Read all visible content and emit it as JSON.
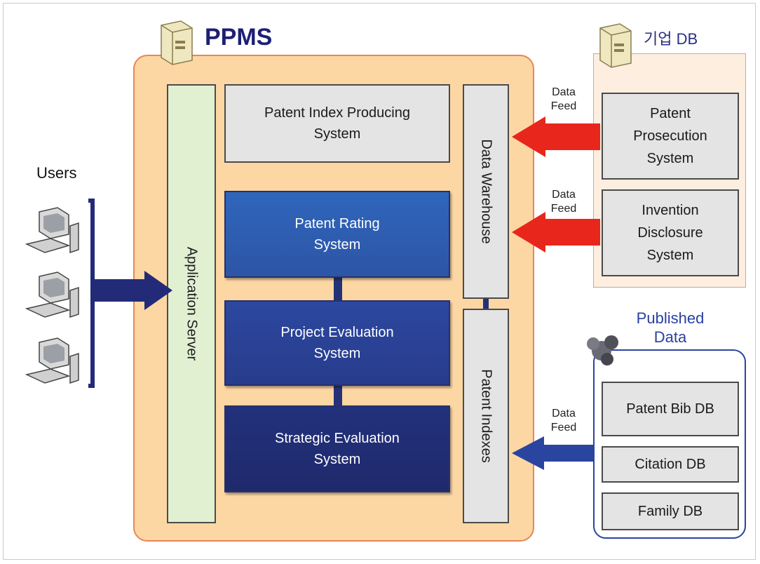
{
  "diagram": {
    "ppms_title": "PPMS",
    "enterprise_db_title": "기업 DB",
    "published_title": "Published Data",
    "users_label": "Users",
    "application_server": "Application Server",
    "data_warehouse": "Data Warehouse",
    "patent_indexes": "Patent Indexes",
    "patent_index_producing_system": "Patent Index Producing System",
    "patent_rating_system": "Patent Rating System",
    "project_evaluation_system": "Project Evaluation System",
    "strategic_evaluation_system": "Strategic Evaluation System",
    "patent_prosecution_system": "Patent Prosecution System",
    "invention_disclosure_system": "Invention Disclosure System",
    "patent_bib_db": "Patent Bib DB",
    "citation_db": "Citation DB",
    "family_db": "Family DB",
    "data_feed_1": "Data Feed",
    "data_feed_2": "Data Feed",
    "data_feed_3": "Data Feed"
  },
  "colors": {
    "ppms_fill": "#fcd7a3",
    "ppms_border": "#e98558",
    "app_server_fill": "#e2f0d2",
    "feed_arrow_red": "#e8261c",
    "feed_arrow_blue": "#2a45a0",
    "user_arrow": "#232b78"
  },
  "icons": {
    "server": "server-icon",
    "computer": "computer-icon",
    "globe": "globe-icon"
  }
}
